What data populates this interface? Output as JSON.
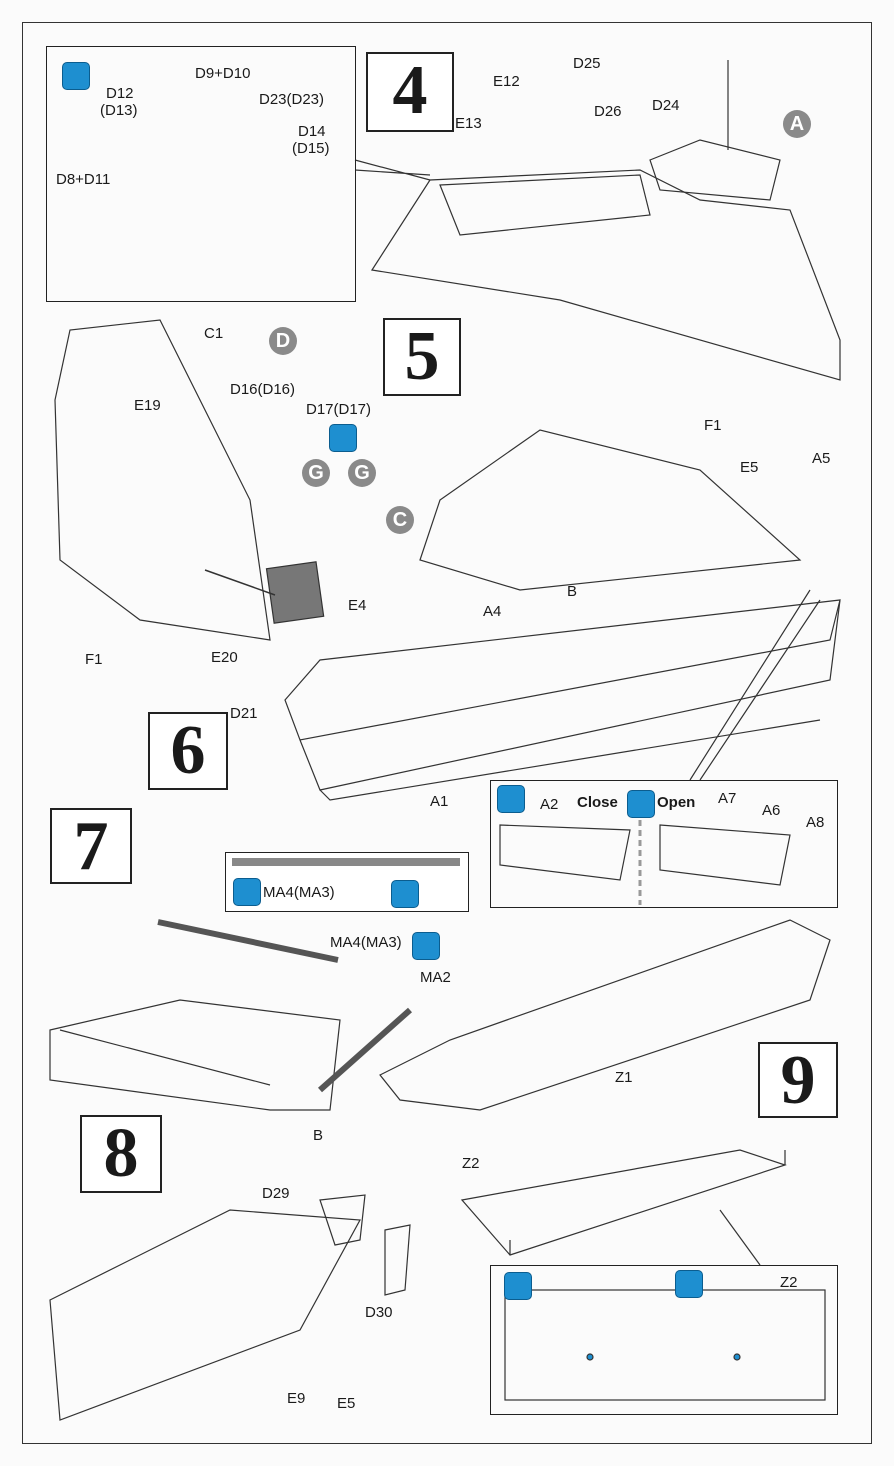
{
  "steps": {
    "s4": "4",
    "s5": "5",
    "s6": "6",
    "s7": "7",
    "s8": "8",
    "s9": "9"
  },
  "labels": {
    "d9d10": "D9+D10",
    "d12": "D12",
    "d13": "(D13)",
    "d23": "D23(D23)",
    "d14": "D14",
    "d15": "(D15)",
    "d8d11": "D8+D11",
    "e12": "E12",
    "d25": "D25",
    "e13": "E13",
    "d26": "D26",
    "d24": "D24",
    "c1": "C1",
    "e19": "E19",
    "d16": "D16(D16)",
    "d17": "D17(D17)",
    "f1a": "F1",
    "e5a": "E5",
    "a5": "A5",
    "b1": "B",
    "e4": "E4",
    "a4": "A4",
    "f1b": "F1",
    "e20": "E20",
    "d21": "D21",
    "a1": "A1",
    "a2": "A2",
    "close": "Close",
    "open": "Open",
    "a7": "A7",
    "a6": "A6",
    "a8": "A8",
    "ma4a": "MA4(MA3)",
    "ma4b": "MA4(MA3)",
    "ma2": "MA2",
    "b2": "B",
    "z1": "Z1",
    "z2a": "Z2",
    "z2b": "Z2",
    "d29": "D29",
    "d30": "D30",
    "e9": "E9",
    "e5b": "E5"
  },
  "callouts": {
    "a": "A",
    "c": "C",
    "d": "D",
    "g1": "G",
    "g2": "G"
  },
  "icons": {
    "glue": "glue-icon",
    "swap": "option-swap-icon",
    "water": "decal-water-icon",
    "upward": "upward-icon",
    "drill": "drill-icon"
  },
  "colors": {
    "accent": "#1e8fd0",
    "callout": "#8a8a8a"
  }
}
